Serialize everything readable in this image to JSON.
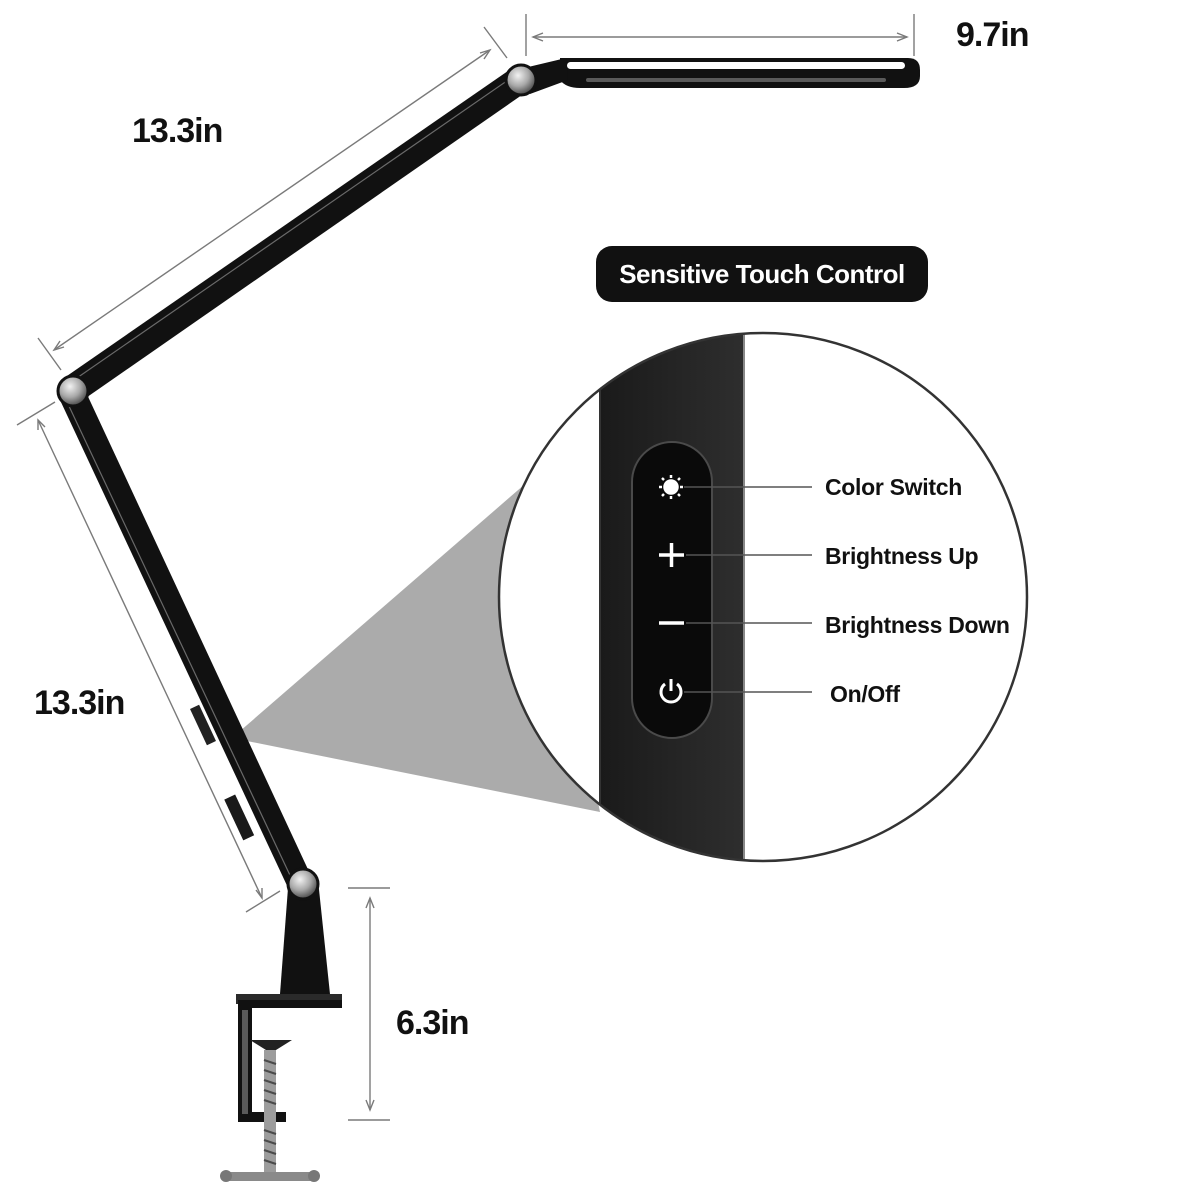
{
  "dimensions": {
    "head_width": "9.7in",
    "upper_arm": "13.3in",
    "lower_arm": "13.3in",
    "base_height": "6.3in"
  },
  "touch_panel": {
    "title": "Sensitive Touch Control",
    "buttons": [
      {
        "label": "Color Switch",
        "icon": "sun-icon"
      },
      {
        "label": "Brightness Up",
        "icon": "plus-icon"
      },
      {
        "label": "Brightness Down",
        "icon": "minus-icon"
      },
      {
        "label": "On/Off",
        "icon": "power-icon"
      }
    ]
  },
  "colors": {
    "lamp_body": "#111111",
    "joint": "#9a9a9a",
    "dimension_line": "#7a7a7a",
    "zoom_cone": "#a6a6a6"
  }
}
